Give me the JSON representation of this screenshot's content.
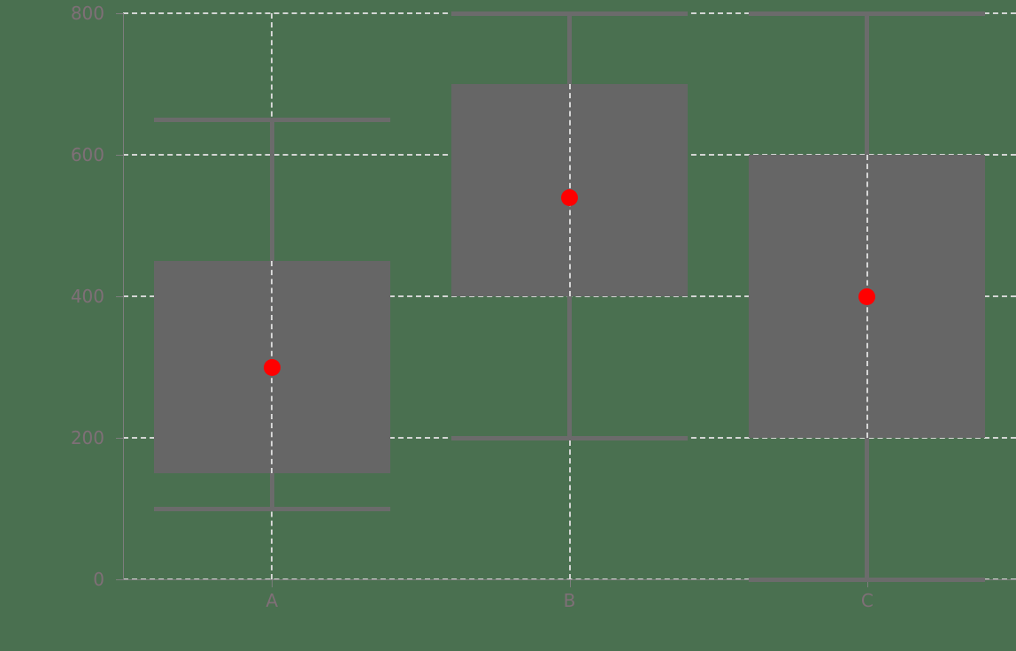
{
  "chart_data": {
    "type": "box",
    "title": "",
    "xlabel": "",
    "ylabel": "",
    "categories": [
      "A",
      "B",
      "C"
    ],
    "ylim": [
      0,
      800
    ],
    "xlim": [
      0,
      3
    ],
    "grid": true,
    "legend": null,
    "yticks": [
      {
        "value": 800,
        "label": "800"
      },
      {
        "value": 600,
        "label": "600"
      },
      {
        "value": 400,
        "label": "400"
      },
      {
        "value": 200,
        "label": "200"
      },
      {
        "value": 0,
        "label": "0"
      }
    ],
    "xticks": [
      {
        "label": "A",
        "position": 0.5
      },
      {
        "label": "B",
        "position": 1.5
      },
      {
        "label": "C",
        "position": 2.5
      }
    ],
    "boxes": [
      {
        "category": "A",
        "whisker_low": 100,
        "q1": 150,
        "median_marker": 300,
        "q3": 450,
        "whisker_high": 650
      },
      {
        "category": "B",
        "whisker_low": 200,
        "q1": 400,
        "median_marker": 540,
        "q3": 700,
        "whisker_high": 800
      },
      {
        "category": "C",
        "whisker_low": 0,
        "q1": 200,
        "median_marker": 400,
        "q3": 600,
        "whisker_high": 800
      }
    ],
    "colors": {
      "background": "#4a7050",
      "box_fill": "#666666",
      "whisker": "#6b6b6b",
      "median_marker": "#ff0000",
      "grid": "#dcdcdc",
      "axis": "#7d7d7d",
      "tick_label": "#7f6f77"
    }
  }
}
